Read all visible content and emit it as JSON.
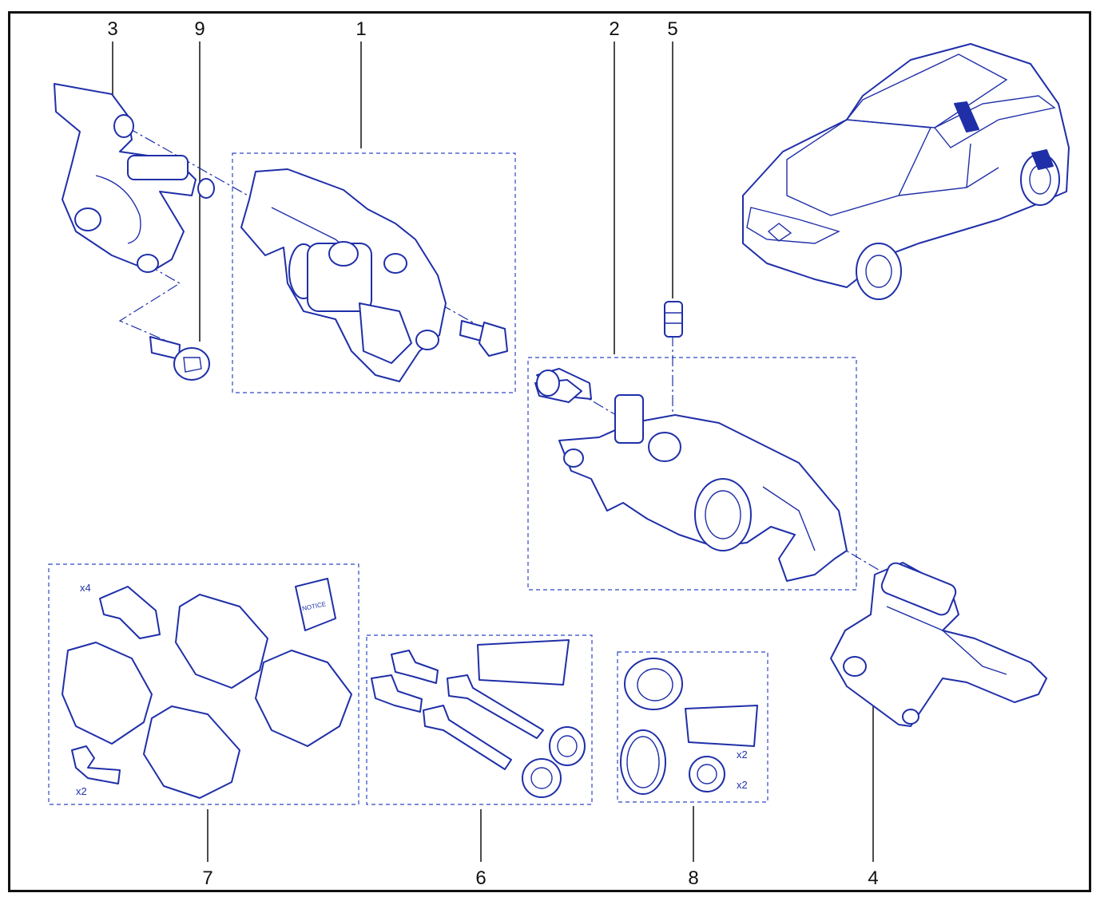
{
  "callouts": {
    "c1": "1",
    "c2": "2",
    "c3": "3",
    "c4": "4",
    "c5": "5",
    "c6": "6",
    "c7": "7",
    "c8": "8",
    "c9": "9"
  },
  "kit7": {
    "clips_qty": "x4",
    "bolts_qty": "x2",
    "notice_label": "NOTICE"
  },
  "kit8": {
    "grease_qty": "x2",
    "boot_qty": "x2"
  },
  "colors": {
    "line": "#1f2fa8",
    "frame": "#111111",
    "background": "#ffffff"
  }
}
